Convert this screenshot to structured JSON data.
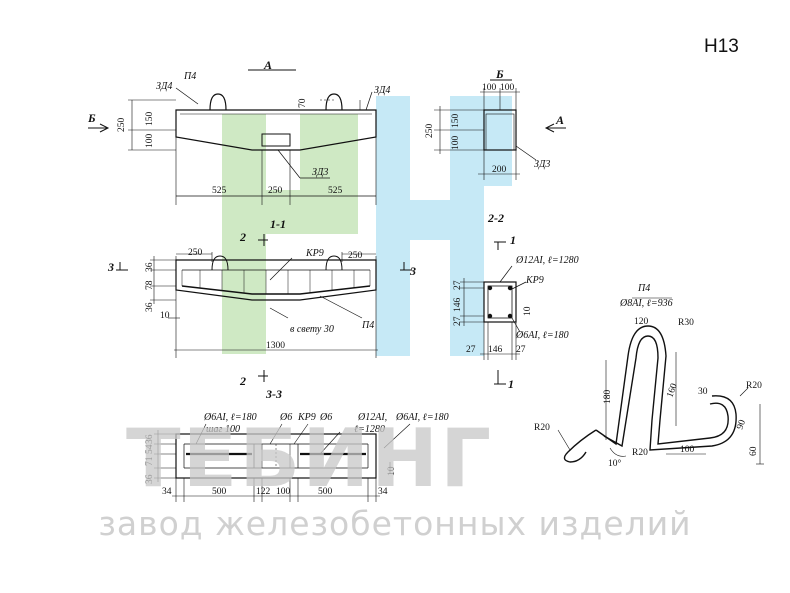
{
  "code": "Н13",
  "watermark": {
    "brand": "ТЕБИНГ",
    "factory": "завод железобетонных изделий",
    "colors": {
      "green": "#cfe9c4",
      "blue": "#c6e9f6",
      "gray": "#c8c8c8"
    }
  },
  "view_a": {
    "section_letter": "А",
    "side_marker": "Б",
    "p4": "П4",
    "zd4_left": "ЗД4",
    "zd4_right": "ЗД4",
    "zd3": "ЗД3",
    "dims": {
      "h250": "250",
      "h150": "150",
      "h100": "100",
      "h70": "70",
      "l525a": "525",
      "l250": "250",
      "l525b": "525"
    }
  },
  "view_b": {
    "section_letter": "Б",
    "side_marker": "А",
    "zd3": "ЗД3",
    "dims": {
      "w100a": "100",
      "w100b": "100",
      "h250": "250",
      "h150": "150",
      "h100": "100",
      "w200": "200"
    }
  },
  "section_11": {
    "title": "1-1",
    "cut2_top": "2",
    "cut2_bottom": "2",
    "cut3_left": "3",
    "cut3_right": "3",
    "kp9": "КР9",
    "p4": "П4",
    "clear_span": "в свету 30",
    "dims": {
      "l250a": "250",
      "l250b": "250",
      "h36": "36",
      "h78": "78",
      "h36b": "36",
      "h10": "10",
      "l1300": "1300"
    }
  },
  "section_22": {
    "title": "2-2",
    "cut1_top": "1",
    "cut1_bottom": "1",
    "bar12": "Ø12АI, ℓ=1280",
    "kp9": "КР9",
    "bar6": "Ø6АI, ℓ=180",
    "dims": {
      "h27a": "27",
      "h146": "146",
      "h27b": "27",
      "w27a": "27",
      "w146": "146",
      "w27b": "27",
      "h10": "10"
    }
  },
  "section_33": {
    "title": "3-3",
    "bar6_left": "Ø6АI, ℓ=180",
    "step": "шаг 100",
    "bar6_mid": "Ø6",
    "kp9": "КР9",
    "bar6_mid2": "Ø6",
    "bar12": "Ø12АI,",
    "bar12_len": "ℓ=1280",
    "bar6_right": "Ø6АI, ℓ=180",
    "dims": {
      "h36a": "36",
      "h54": "54",
      "h71": "71",
      "h36b": "36",
      "h10": "10",
      "l34a": "34",
      "l500a": "500",
      "l122": "122",
      "l100": "100",
      "l500b": "500",
      "l34b": "34"
    }
  },
  "loop_p4": {
    "title": "П4",
    "spec": "Ø8АI, ℓ=936",
    "dims": {
      "w120": "120",
      "r30": "R30",
      "h180": "180",
      "h160": "160",
      "d30": "30",
      "r20a": "R20",
      "h90": "90",
      "r20b": "R20",
      "r20c": "R20",
      "angle": "10°",
      "w100": "100",
      "h60": "60"
    }
  }
}
